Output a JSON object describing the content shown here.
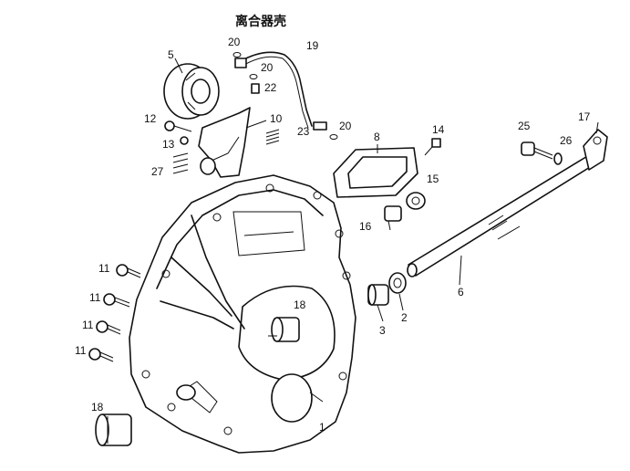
{
  "title": "离合器壳",
  "labels": [
    {
      "id": "p1",
      "text": "1"
    },
    {
      "id": "p2",
      "text": "2"
    },
    {
      "id": "p3",
      "text": "3"
    },
    {
      "id": "p5",
      "text": "5"
    },
    {
      "id": "p6",
      "text": "6"
    },
    {
      "id": "p8",
      "text": "8"
    },
    {
      "id": "p10",
      "text": "10"
    },
    {
      "id": "p11a",
      "text": "11"
    },
    {
      "id": "p11b",
      "text": "11"
    },
    {
      "id": "p11c",
      "text": "11"
    },
    {
      "id": "p11d",
      "text": "11"
    },
    {
      "id": "p12",
      "text": "12"
    },
    {
      "id": "p13",
      "text": "13"
    },
    {
      "id": "p14",
      "text": "14"
    },
    {
      "id": "p15",
      "text": "15"
    },
    {
      "id": "p16",
      "text": "16"
    },
    {
      "id": "p17",
      "text": "17"
    },
    {
      "id": "p18a",
      "text": "18"
    },
    {
      "id": "p18b",
      "text": "18"
    },
    {
      "id": "p19",
      "text": "19"
    },
    {
      "id": "p20a",
      "text": "20"
    },
    {
      "id": "p20b",
      "text": "20"
    },
    {
      "id": "p20c",
      "text": "20"
    },
    {
      "id": "p22",
      "text": "22"
    },
    {
      "id": "p23",
      "text": "23"
    },
    {
      "id": "p25",
      "text": "25"
    },
    {
      "id": "p26",
      "text": "26"
    },
    {
      "id": "p27",
      "text": "27"
    }
  ]
}
